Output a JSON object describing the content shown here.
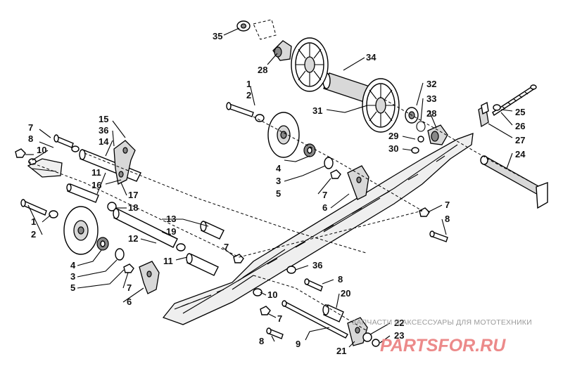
{
  "labels": [
    {
      "id": "c1",
      "text": "1"
    },
    {
      "id": "c2",
      "text": "2"
    },
    {
      "id": "c3",
      "text": "3"
    },
    {
      "id": "c4",
      "text": "4"
    },
    {
      "id": "c5",
      "text": "5"
    },
    {
      "id": "c6",
      "text": "6"
    },
    {
      "id": "c7",
      "text": "7"
    },
    {
      "id": "c8",
      "text": "8"
    },
    {
      "id": "c9",
      "text": "9"
    },
    {
      "id": "c10",
      "text": "10"
    },
    {
      "id": "c11",
      "text": "11"
    },
    {
      "id": "c12",
      "text": "12"
    },
    {
      "id": "c13",
      "text": "13"
    },
    {
      "id": "c14",
      "text": "14"
    },
    {
      "id": "c15",
      "text": "15"
    },
    {
      "id": "c16",
      "text": "16"
    },
    {
      "id": "c17",
      "text": "17"
    },
    {
      "id": "c18",
      "text": "18"
    },
    {
      "id": "c19",
      "text": "19"
    },
    {
      "id": "c20",
      "text": "20"
    },
    {
      "id": "c21",
      "text": "21"
    },
    {
      "id": "c22",
      "text": "22"
    },
    {
      "id": "c23",
      "text": "23"
    },
    {
      "id": "c24",
      "text": "24"
    },
    {
      "id": "c25",
      "text": "25"
    },
    {
      "id": "c26",
      "text": "26"
    },
    {
      "id": "c27",
      "text": "27"
    },
    {
      "id": "c28",
      "text": "28"
    },
    {
      "id": "c29",
      "text": "29"
    },
    {
      "id": "c30",
      "text": "30"
    },
    {
      "id": "c31",
      "text": "31"
    },
    {
      "id": "c32",
      "text": "32"
    },
    {
      "id": "c33",
      "text": "33"
    },
    {
      "id": "c34",
      "text": "34"
    },
    {
      "id": "c35",
      "text": "35"
    },
    {
      "id": "c36",
      "text": "36"
    }
  ],
  "watermark": {
    "caption": "ЗАПЧАСТИ И АКСЕССУАРЫ ДЛЯ МОТОТЕХНИКИ",
    "logo": "PARTSFOR.RU"
  }
}
